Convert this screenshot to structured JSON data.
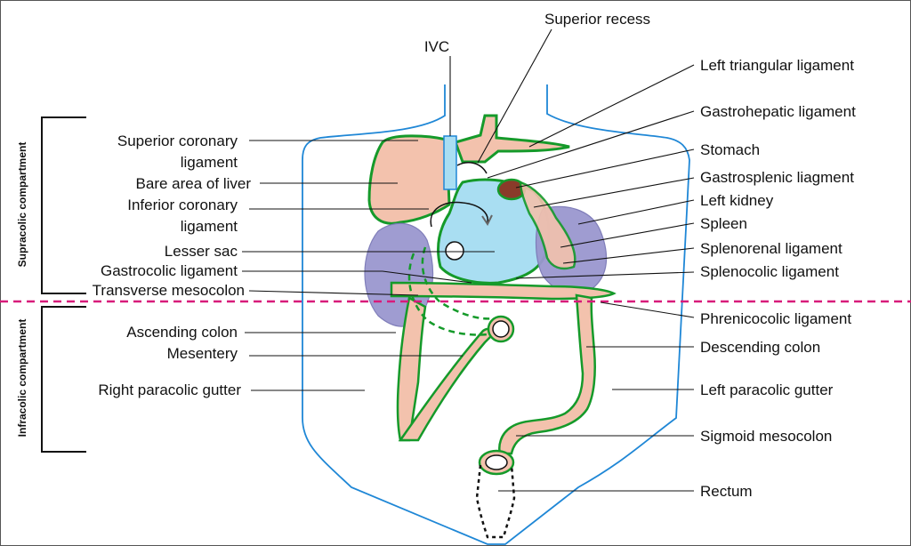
{
  "colors": {
    "outline": "#1f87d6",
    "membrane": "#159a2a",
    "organ": "#f3c2ad",
    "lesser_sac": "#a9def2",
    "kidney": "#9a97cf",
    "spleen_nodule": "#8a3b2a",
    "divider": "#d81b7a"
  },
  "compartments": {
    "supracolic": "Supracolic compartment",
    "infracolic": "Infracolic compartment"
  },
  "labels_left": {
    "superior_coronary_1": "Superior coronary",
    "superior_coronary_2": "ligament",
    "bare_area": "Bare area of liver",
    "inferior_coronary_1": "Inferior coronary",
    "inferior_coronary_2": "ligament",
    "lesser_sac": "Lesser sac",
    "gastrocolic": "Gastrocolic ligament",
    "transverse_mesocolon": "Transverse mesocolon",
    "ascending_colon": "Ascending colon",
    "mesentery": "Mesentery",
    "right_paracolic": "Right paracolic gutter"
  },
  "labels_top": {
    "ivc": "IVC",
    "superior_recess": "Superior recess"
  },
  "labels_right": {
    "left_triangular": "Left triangular ligament",
    "gastrohepatic": "Gastrohepatic ligament",
    "stomach": "Stomach",
    "gastrosplenic": "Gastrosplenic liagment",
    "left_kidney": "Left kidney",
    "spleen": "Spleen",
    "splenorenal": "Splenorenal ligament",
    "splenocolic": "Splenocolic ligament",
    "phrenicocolic": "Phrenicocolic ligament",
    "descending_colon": "Descending colon",
    "left_paracolic": "Left paracolic gutter",
    "sigmoid_mesocolon": "Sigmoid mesocolon",
    "rectum": "Rectum"
  }
}
